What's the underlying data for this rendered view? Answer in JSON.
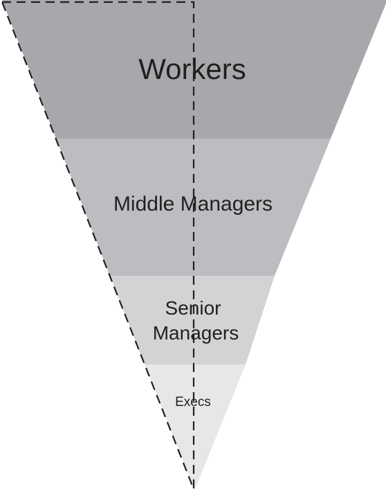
{
  "diagram": {
    "tiers": [
      {
        "id": "workers",
        "lines": [
          "Workers"
        ],
        "color": "#a7a8ab"
      },
      {
        "id": "middle-managers",
        "lines": [
          "Middle Managers"
        ],
        "color": "#bcbdc0"
      },
      {
        "id": "senior-managers",
        "lines": [
          "Senior",
          "Managers"
        ],
        "color": "#d2d3d5"
      },
      {
        "id": "execs",
        "lines": [
          "Execs"
        ],
        "color": "#e7e7e8"
      }
    ],
    "text_color": "#231f20",
    "guide_color": "#231f20"
  }
}
